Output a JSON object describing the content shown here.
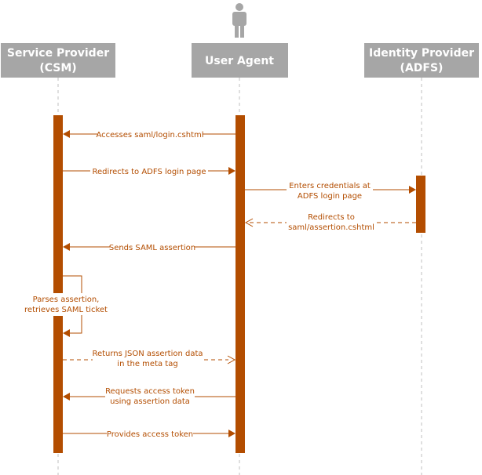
{
  "participants": [
    {
      "id": "sp",
      "lines": [
        "Service Provider",
        "(CSM)"
      ]
    },
    {
      "id": "ua",
      "lines": [
        "User Agent"
      ]
    },
    {
      "id": "idp",
      "lines": [
        "Identity Provider",
        "(ADFS)"
      ]
    }
  ],
  "messages": [
    {
      "id": "m1",
      "from": "ua",
      "to": "sp",
      "style": "solid",
      "lines": [
        "Accesses saml/login.cshtml"
      ]
    },
    {
      "id": "m2",
      "from": "sp",
      "to": "ua",
      "style": "solid",
      "lines": [
        "Redirects to ADFS login page"
      ]
    },
    {
      "id": "m3",
      "from": "ua",
      "to": "idp",
      "style": "solid",
      "lines": [
        "Enters credentials at",
        "ADFS login page"
      ]
    },
    {
      "id": "m4",
      "from": "idp",
      "to": "ua",
      "style": "dashed",
      "lines": [
        "Redirects to",
        "saml/assertion.cshtml"
      ]
    },
    {
      "id": "m5",
      "from": "ua",
      "to": "sp",
      "style": "solid",
      "lines": [
        "Sends SAML assertion"
      ]
    },
    {
      "id": "m6",
      "from": "sp",
      "to": "sp",
      "style": "self",
      "lines": [
        "Parses assertion,",
        "retrieves SAML ticket"
      ]
    },
    {
      "id": "m7",
      "from": "sp",
      "to": "ua",
      "style": "dashed",
      "lines": [
        "Returns JSON assertion data",
        "in the meta tag"
      ]
    },
    {
      "id": "m8",
      "from": "ua",
      "to": "sp",
      "style": "solid",
      "lines": [
        "Requests access token",
        "using assertion data"
      ]
    },
    {
      "id": "m9",
      "from": "sp",
      "to": "ua",
      "style": "solid",
      "lines": [
        "Provides access token"
      ]
    }
  ],
  "colors": {
    "accent": "#b34d00",
    "participant_fill": "#a6a6a6",
    "participant_text": "#ffffff",
    "lifeline": "#bfbfbf"
  },
  "icons": {
    "actor": "user-actor-icon"
  }
}
